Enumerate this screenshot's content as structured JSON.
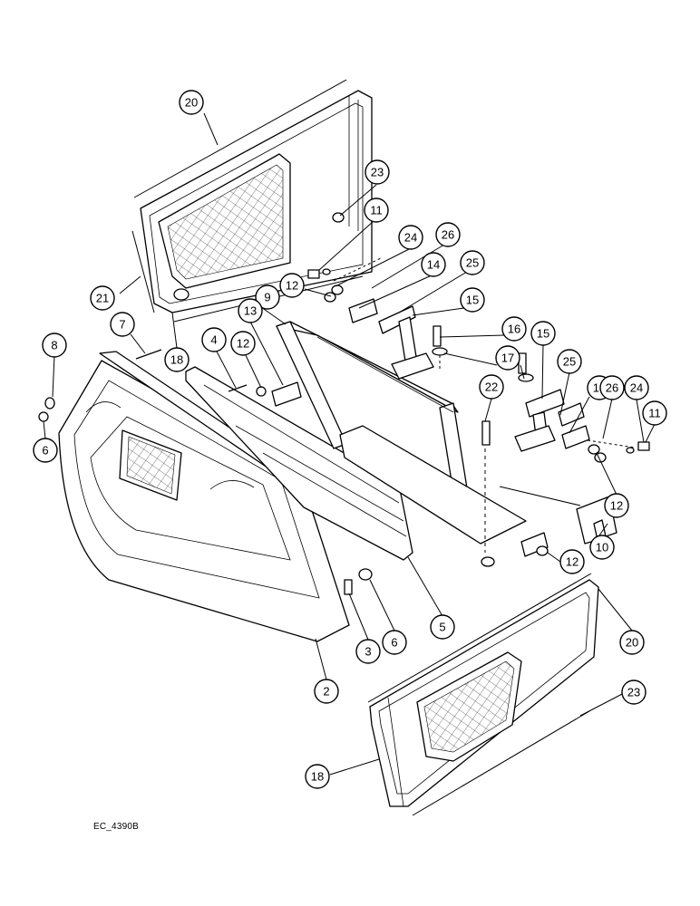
{
  "figure_code": "EC_4390B",
  "callouts": [
    {
      "label": "20"
    },
    {
      "label": "23"
    },
    {
      "label": "11"
    },
    {
      "label": "24"
    },
    {
      "label": "26"
    },
    {
      "label": "14"
    },
    {
      "label": "25"
    },
    {
      "label": "12"
    },
    {
      "label": "9"
    },
    {
      "label": "15"
    },
    {
      "label": "21"
    },
    {
      "label": "18"
    },
    {
      "label": "13"
    },
    {
      "label": "16"
    },
    {
      "label": "7"
    },
    {
      "label": "4"
    },
    {
      "label": "12"
    },
    {
      "label": "8"
    },
    {
      "label": "17"
    },
    {
      "label": "15"
    },
    {
      "label": "25"
    },
    {
      "label": "14"
    },
    {
      "label": "24"
    },
    {
      "label": "26"
    },
    {
      "label": "22"
    },
    {
      "label": "11"
    },
    {
      "label": "6"
    },
    {
      "label": "12"
    },
    {
      "label": "10"
    },
    {
      "label": "12"
    },
    {
      "label": "3"
    },
    {
      "label": "6"
    },
    {
      "label": "5"
    },
    {
      "label": "20"
    },
    {
      "label": "2"
    },
    {
      "label": "23"
    },
    {
      "label": "18"
    }
  ]
}
